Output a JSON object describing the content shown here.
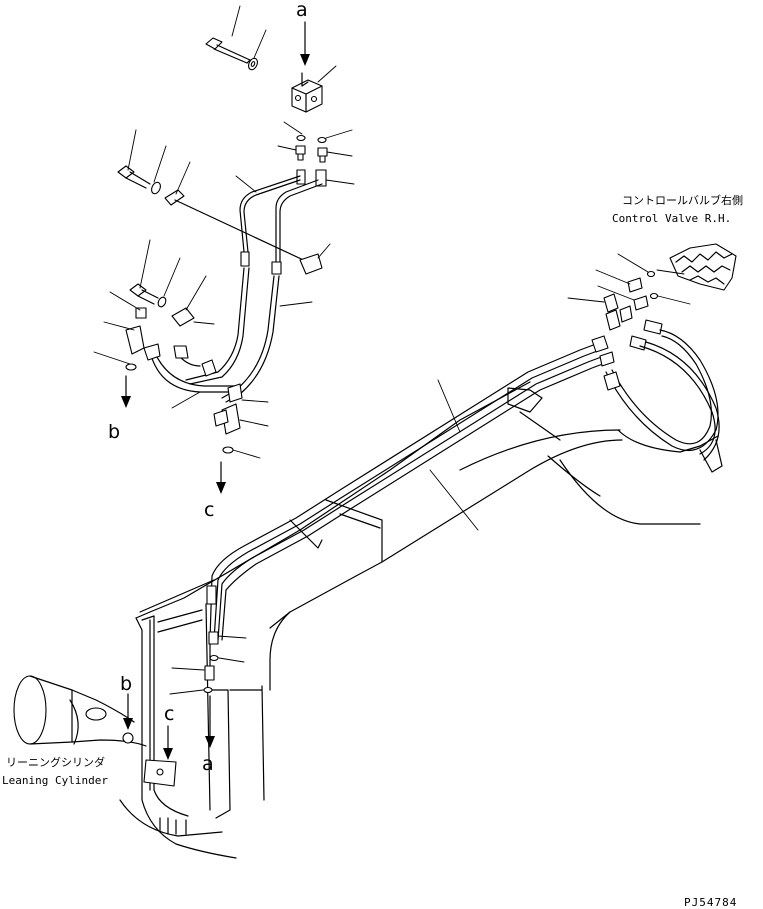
{
  "labels": {
    "control_valve_jp": "コントロールバルブ右側",
    "control_valve_en": "Control Valve R.H.",
    "leaning_cylinder_jp": "リーニングシリンダ",
    "leaning_cylinder_en": "Leaning Cylinder",
    "drawing_code": "PJ54784"
  },
  "connection_markers": {
    "a_top": "a",
    "b_left": "b",
    "c_left": "c",
    "b_bottom": "b",
    "c_bottom": "c",
    "a_bottom": "a"
  }
}
